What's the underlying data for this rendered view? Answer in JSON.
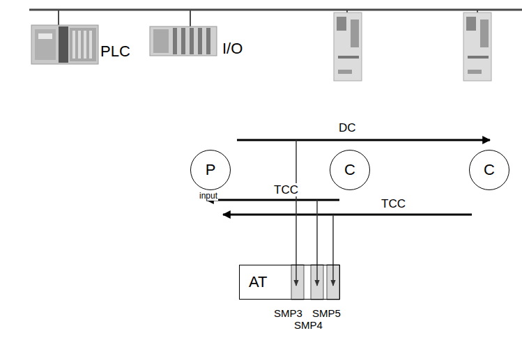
{
  "diagram": {
    "nodes": [
      {
        "text": [
          "P"
        ]
      },
      {
        "text": [
          "C"
        ]
      },
      {
        "text": [
          "C"
        ]
      },
      {
        "text": [
          "AT"
        ]
      }
    ],
    "labels": [
      "PLC",
      "I/O",
      "DC",
      "input",
      "TCC",
      "TCC",
      "SMP3",
      "SMP5",
      "SMP4"
    ]
  }
}
